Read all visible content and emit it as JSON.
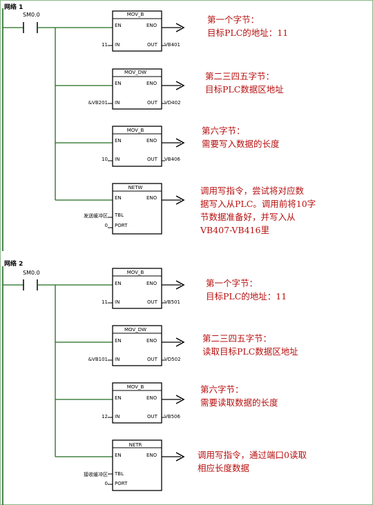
{
  "colors": {
    "wire": "#1f6b1f",
    "box": "#000000",
    "comment": "#b71010",
    "border": "#88b888"
  },
  "networks": [
    {
      "title": "网络 1",
      "contact": "SM0.0",
      "blocks": [
        {
          "name": "MOV_B",
          "en": "EN",
          "eno": "ENO",
          "in_pin": "IN",
          "out_pin": "OUT",
          "in_operand": "11",
          "out_operand": "VB401",
          "comment": [
            "第一个字节：",
            "目标PLC的地址：11"
          ]
        },
        {
          "name": "MOV_DW",
          "en": "EN",
          "eno": "ENO",
          "in_pin": "IN",
          "out_pin": "OUT",
          "in_operand": "&VB201",
          "out_operand": "VD402",
          "comment": [
            "第二三四五字节：",
            "目标PLC数据区地址"
          ]
        },
        {
          "name": "MOV_B",
          "en": "EN",
          "eno": "ENO",
          "in_pin": "IN",
          "out_pin": "OUT",
          "in_operand": "10",
          "out_operand": "VB406",
          "comment": [
            "第六字节：",
            "需要写入数据的长度"
          ]
        },
        {
          "name": "NETW",
          "en": "EN",
          "eno": "ENO",
          "in_pin": "TBL",
          "out_pin": "PORT",
          "in_operand": "发送缓冲区",
          "out_operand": "0",
          "comment": [
            "调用写指令，尝试将对应数",
            "据写入从PLC。调用前将10字",
            "节数据准备好，并写入从",
            "VB407-VB416里"
          ]
        }
      ]
    },
    {
      "title": "网络 2",
      "contact": "SM0.0",
      "blocks": [
        {
          "name": "MOV_B",
          "en": "EN",
          "eno": "ENO",
          "in_pin": "IN",
          "out_pin": "OUT",
          "in_operand": "11",
          "out_operand": "VB501",
          "comment": [
            "第一个字节：",
            "目标PLC的地址：11"
          ]
        },
        {
          "name": "MOV_DW",
          "en": "EN",
          "eno": "ENO",
          "in_pin": "IN",
          "out_pin": "OUT",
          "in_operand": "&VB101",
          "out_operand": "VD502",
          "comment": [
            "第二三四五字节：",
            "读取目标PLC数据区地址"
          ]
        },
        {
          "name": "MOV_B",
          "en": "EN",
          "eno": "ENO",
          "in_pin": "IN",
          "out_pin": "OUT",
          "in_operand": "12",
          "out_operand": "VB506",
          "comment": [
            "第六字节：",
            "需要读取数据的长度"
          ]
        },
        {
          "name": "NETR",
          "en": "EN",
          "eno": "ENO",
          "in_pin": "TBL",
          "out_pin": "PORT",
          "in_operand": "接收缓冲区",
          "out_operand": "0",
          "comment": [
            "调用写指令，通过端口0读取",
            "相应长度数据"
          ]
        }
      ]
    }
  ]
}
